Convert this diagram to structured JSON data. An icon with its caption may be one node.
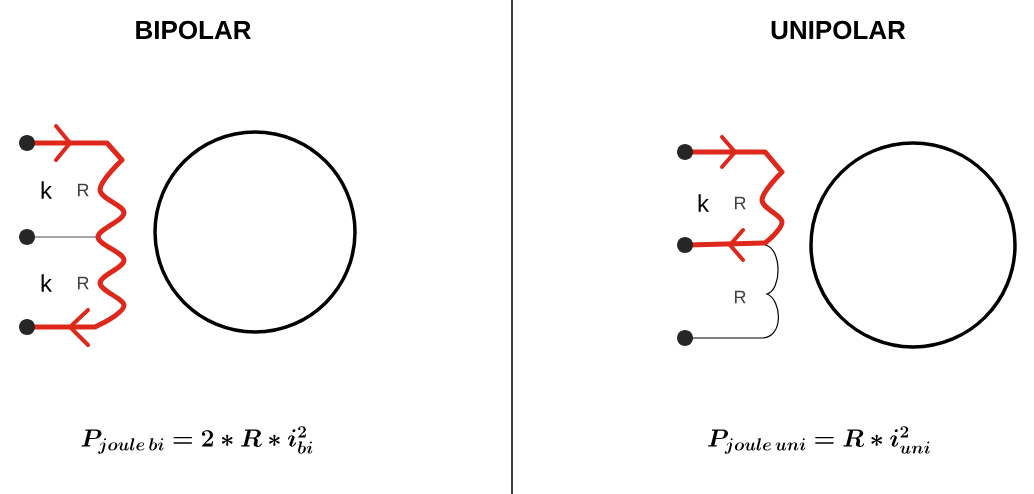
{
  "diagram": {
    "labels": [
      "BIPOLAR",
      "UNIPOLAR",
      "k",
      "R",
      "k",
      "R",
      "k",
      "R",
      "R",
      "\\bm{P_{joule\\,bi} = 2 * R * i_{bi}^{2}}",
      "\\bm{P_{joule\\,uni} = R * i_{uni}^{2}}"
    ]
  }
}
